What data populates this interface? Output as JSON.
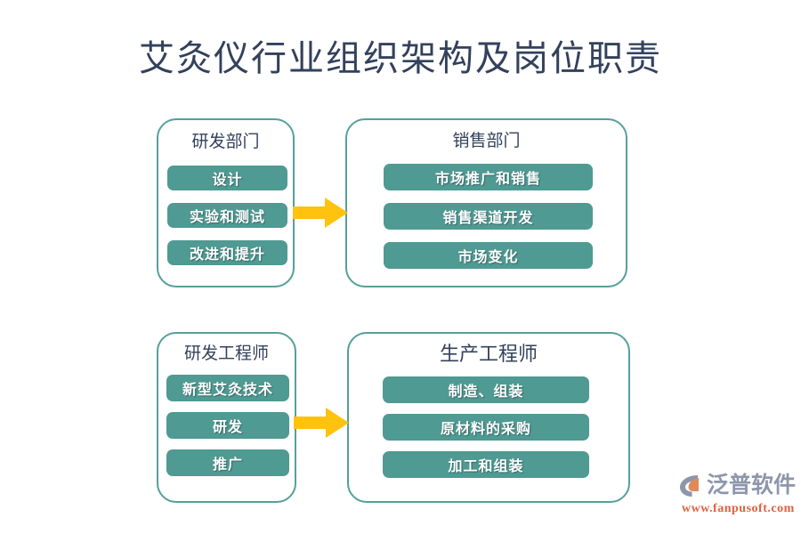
{
  "page": {
    "title": "艾灸仪行业组织架构及岗位职责",
    "background_color": "#ffffff",
    "title_color": "#33415c"
  },
  "theme": {
    "box_border_color": "#55a09a",
    "pill_color": "#4f9a92",
    "pill_text_color": "#ffffff",
    "arrow_color": "#ffc20e",
    "header_text_color": "#33415c"
  },
  "groups": [
    {
      "id": "rd",
      "header": "研发部门",
      "items": [
        "设计",
        "实验和测试",
        "改进和提升"
      ]
    },
    {
      "id": "sales",
      "header": "销售部门",
      "items": [
        "市场推广和销售",
        "销售渠道开发",
        "市场变化"
      ]
    },
    {
      "id": "rdeng",
      "header": "研发工程师",
      "items": [
        "新型艾灸技术",
        "研发",
        "推广"
      ]
    },
    {
      "id": "prodeng",
      "header": "生产工程师",
      "items": [
        "制造、组装",
        "原材料的采购",
        "加工和组装"
      ]
    }
  ],
  "connectors": [
    {
      "id": "arrow-top",
      "from": "rd",
      "to": "sales",
      "direction": "right"
    },
    {
      "id": "arrow-bottom",
      "from": "rdeng",
      "to": "prodeng",
      "direction": "right"
    }
  ],
  "logo": {
    "name": "泛普软件",
    "url": "www.fanpusoft.com",
    "word_color": "#8d96ab",
    "url_color": "#e3603f",
    "mark_gray": "#8d96ab",
    "mark_orange": "#e08a5a"
  }
}
